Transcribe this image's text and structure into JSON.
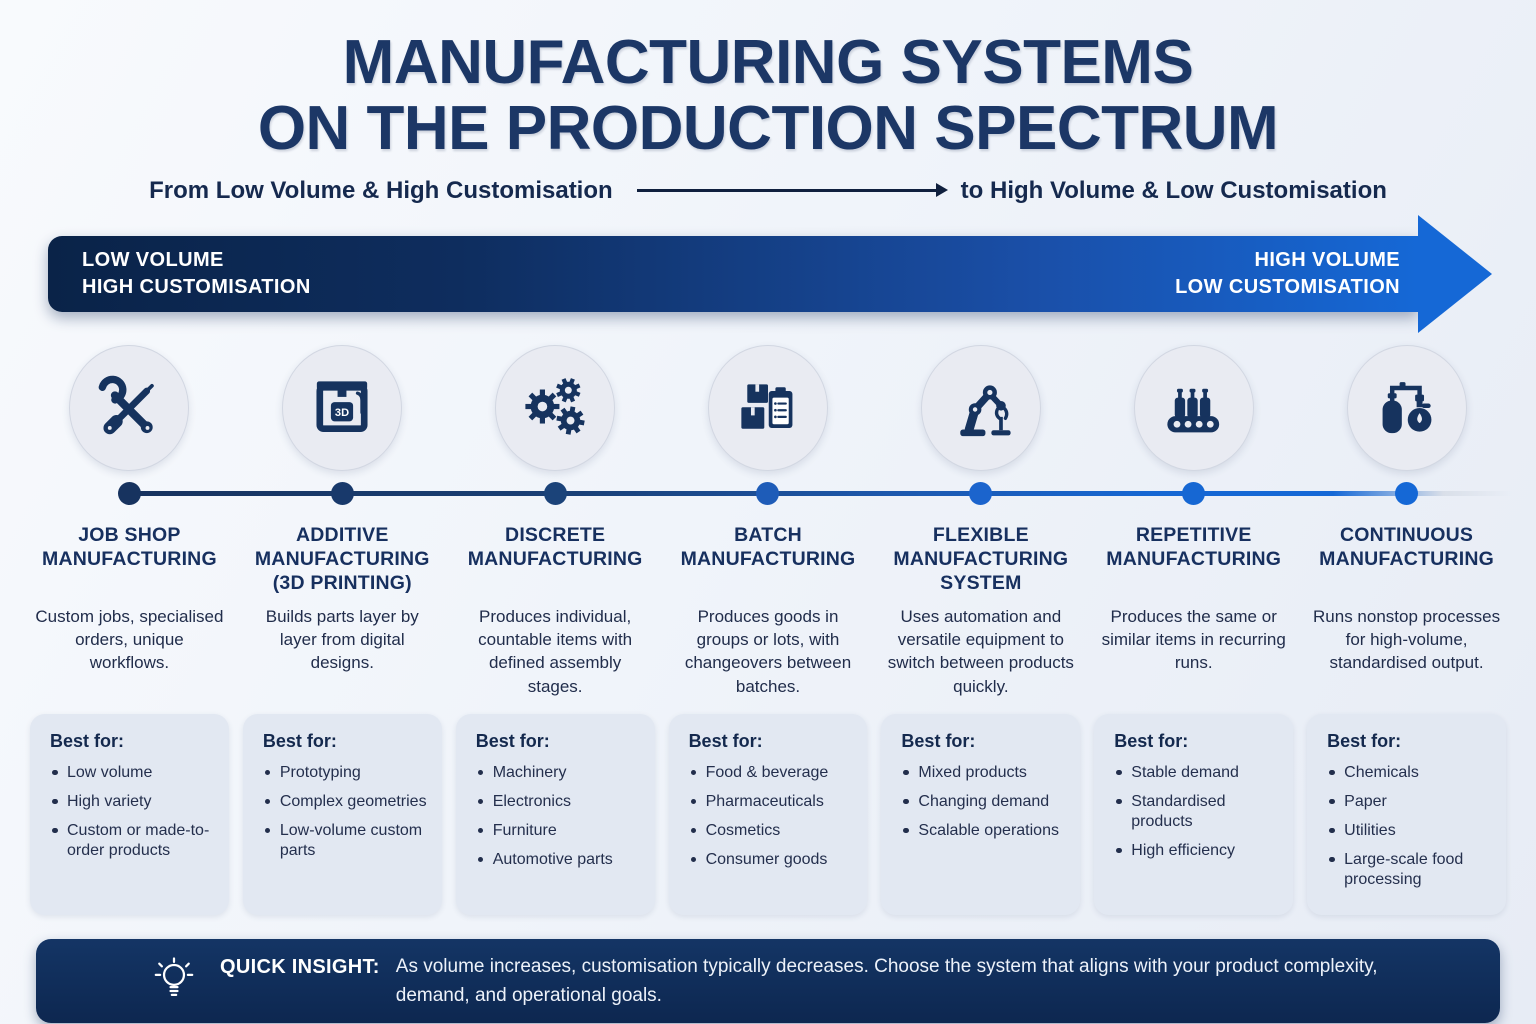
{
  "header": {
    "title_line1": "MANUFACTURING SYSTEMS",
    "title_line2": "ON THE PRODUCTION SPECTRUM",
    "subtitle_left": "From Low Volume & High Customisation",
    "subtitle_right": "to High Volume & Low Customisation"
  },
  "spectrum_banner": {
    "left_line1": "LOW VOLUME",
    "left_line2": "HIGH CUSTOMISATION",
    "right_line1": "HIGH VOLUME",
    "right_line2": "LOW CUSTOMISATION"
  },
  "colors": {
    "navy_dark": "#16335e",
    "blue_bright": "#1568d6",
    "title_navy": "#1c3766",
    "card_bg": "#e2e8f2",
    "banner_gradient_start": "#0a2348",
    "banner_gradient_end": "#1568d6"
  },
  "systems": [
    {
      "icon": "wrench-screwdriver-icon",
      "title": "JOB SHOP MANUFACTURING",
      "description": "Custom jobs, specialised orders, unique workflows.",
      "best_for_label": "Best for:",
      "dot_color": "#17335f",
      "best_for": [
        "Low volume",
        "High variety",
        "Custom or made-to-order products"
      ]
    },
    {
      "icon": "printer-3d-icon",
      "title": "ADDITIVE MANUFACTURING (3D PRINTING)",
      "description": "Builds parts layer by layer from digital designs.",
      "best_for_label": "Best for:",
      "dot_color": "#18396b",
      "best_for": [
        "Prototyping",
        "Complex geometries",
        "Low-volume custom parts"
      ]
    },
    {
      "icon": "gears-icon",
      "title": "DISCRETE MANUFACTURING",
      "description": "Produces individual, countable items with defined assembly stages.",
      "best_for_label": "Best for:",
      "dot_color": "#1b4379",
      "best_for": [
        "Machinery",
        "Electronics",
        "Furniture",
        "Automotive parts"
      ]
    },
    {
      "icon": "boxes-clipboard-icon",
      "title": "BATCH MANUFACTURING",
      "description": "Produces goods in groups or lots, with changeovers between batches.",
      "best_for_label": "Best for:",
      "dot_color": "#1e5cb8",
      "best_for": [
        "Food & beverage",
        "Pharmaceuticals",
        "Cosmetics",
        "Consumer goods"
      ]
    },
    {
      "icon": "robot-arm-icon",
      "title": "FLEXIBLE MANUFACTURING SYSTEM",
      "description": "Uses automation and versatile equipment to switch between products quickly.",
      "best_for_label": "Best for:",
      "dot_color": "#1b64cd",
      "best_for": [
        "Mixed products",
        "Changing demand",
        "Scalable operations"
      ]
    },
    {
      "icon": "bottles-conveyor-icon",
      "title": "REPETITIVE MANUFACTURING",
      "description": "Produces the same or similar items in recurring runs.",
      "best_for_label": "Best for:",
      "dot_color": "#1667d3",
      "best_for": [
        "Stable demand",
        "Standardised products",
        "High efficiency"
      ]
    },
    {
      "icon": "tank-flask-icon",
      "title": "CONTINUOUS MANUFACTURING",
      "description": "Runs nonstop processes for high-volume, standardised output.",
      "best_for_label": "Best for:",
      "dot_color": "#1568d6",
      "best_for": [
        "Chemicals",
        "Paper",
        "Utilities",
        "Large-scale food processing"
      ]
    }
  ],
  "insight": {
    "label": "QUICK INSIGHT:",
    "text": "As volume increases, customisation typically decreases. Choose the system that aligns with your product complexity, demand, and operational goals.",
    "icon": "lightbulb-icon"
  }
}
